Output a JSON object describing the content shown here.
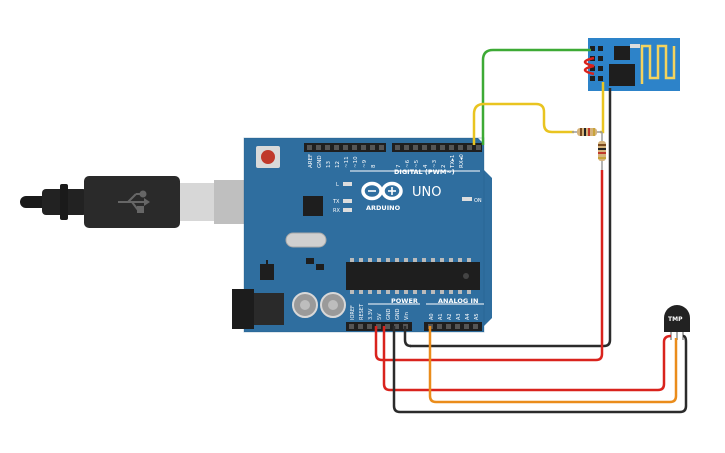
{
  "board": {
    "brand": "ARDUINO",
    "model": "UNO",
    "digital_header": "DIGITAL (PWM~)",
    "power_header": "POWER",
    "analog_header": "ANALOG IN",
    "led_l": "L",
    "led_tx": "TX",
    "led_rx": "RX",
    "led_on": "ON",
    "digital_pins": [
      "AREF",
      "GND",
      "13",
      "12",
      "~11",
      "~10",
      "~9",
      "8",
      "7",
      "~6",
      "~5",
      "4",
      "~3",
      "2",
      "TX▸1",
      "RX◂0"
    ],
    "power_pins": [
      "IOREF",
      "RESET",
      "3.3V",
      "5V",
      "GND",
      "GND",
      "Vin"
    ],
    "analog_pins": [
      "A0",
      "A1",
      "A2",
      "A3",
      "A4",
      "A5"
    ]
  },
  "sensor": {
    "label": "TMP"
  },
  "colors": {
    "board": "#2f6e9f",
    "board_dark": "#215680",
    "wire_green": "#3daa35",
    "wire_yellow": "#e9c420",
    "wire_red": "#d9231d",
    "wire_black": "#2b2b2b",
    "wire_orange": "#ea8c1b",
    "esp_board": "#2d83c9"
  }
}
